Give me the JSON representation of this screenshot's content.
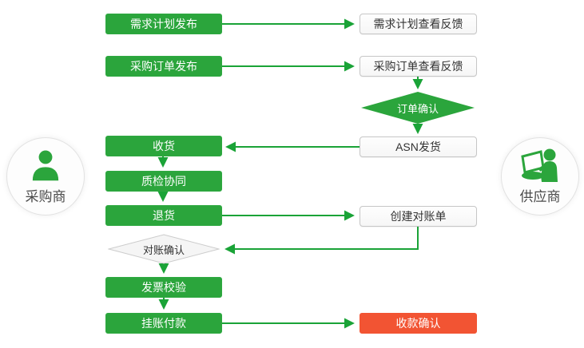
{
  "actors": {
    "buyer": "采购商",
    "supplier": "供应商"
  },
  "nodes": {
    "demand_plan_publish": "需求计划发布",
    "po_publish": "采购订单发布",
    "receive": "收货",
    "qc": "质检协同",
    "return_goods": "退货",
    "recon_confirm": "对账确认",
    "invoice_check": "发票校验",
    "payment": "挂账付款",
    "demand_plan_feedback": "需求计划查看反馈",
    "po_feedback": "采购订单查看反馈",
    "order_confirm": "订单确认",
    "asn_ship": "ASN发货",
    "create_statement": "创建对账单",
    "receipt_confirm": "收款确认"
  },
  "colors": {
    "green_box": "#2ba53c",
    "arrow_green": "#1aa337",
    "red_box": "#f25433",
    "gray_border": "#c6c6c6"
  },
  "icons": {
    "buyer_icon": "person-silhouette-icon",
    "supplier_icon": "person-with-laptop-icon"
  }
}
